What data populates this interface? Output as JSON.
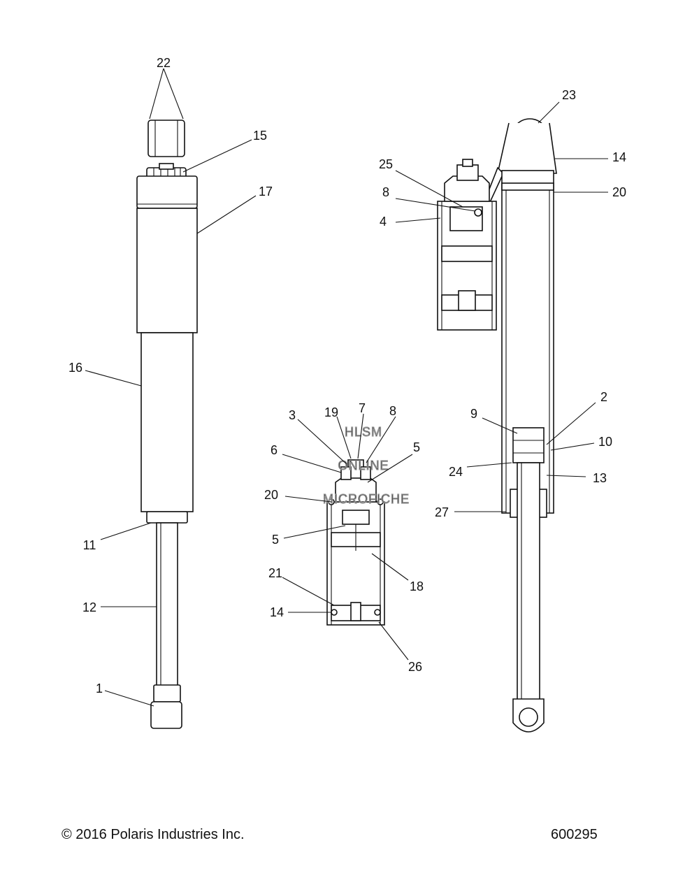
{
  "watermark": {
    "line1": "HLSM",
    "line2": "ONLINE",
    "line3": "MICROFICHE"
  },
  "footer": {
    "copyright": "© 2016 Polaris Industries Inc.",
    "drawing_number": "600295"
  },
  "callouts": {
    "c22": "22",
    "c15": "15",
    "c17": "17",
    "c16": "16",
    "c11": "11",
    "c12": "12",
    "c1": "1",
    "c23": "23",
    "c14a": "14",
    "c20a": "20",
    "c25": "25",
    "c8a": "8",
    "c4": "4",
    "c9": "9",
    "c2": "2",
    "c10": "10",
    "c24": "24",
    "c13": "13",
    "c27": "27",
    "c3": "3",
    "c19": "19",
    "c7": "7",
    "c8b": "8",
    "c6": "6",
    "c5a": "5",
    "c20b": "20",
    "c5b": "5",
    "c18": "18",
    "c21": "21",
    "c14b": "14",
    "c26": "26"
  }
}
